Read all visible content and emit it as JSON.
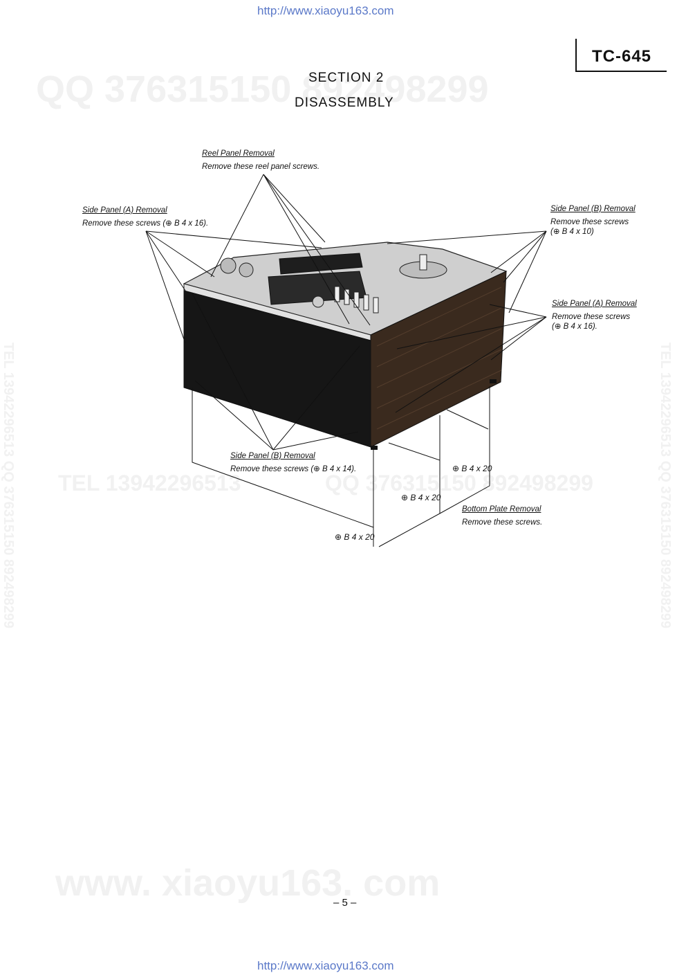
{
  "header": {
    "source_url": "http://www.xiaoyu163.com",
    "model": "TC-645"
  },
  "section": {
    "number": "SECTION 2",
    "title": "DISASSEMBLY"
  },
  "watermarks": {
    "qq_top": "QQ 376315150  892498299",
    "tel_middle": "TEL 13942296513",
    "qq_middle": "QQ 376315150 892498299",
    "side_text": "TEL 13942296513 QQ 376315150 892498299",
    "site": "www. xiaoyu163. com"
  },
  "labels": {
    "reel_panel": {
      "title": "Reel Panel Removal",
      "desc": "Remove these reel panel screws."
    },
    "side_panel_a_left": {
      "title": "Side Panel (A) Removal",
      "desc": "Remove these screws (⊕ B 4 x 16)."
    },
    "side_panel_b_right": {
      "title": "Side Panel (B) Removal",
      "desc": "Remove these screws",
      "desc2": "(⊕ B 4 x 10)"
    },
    "side_panel_a_right": {
      "title": "Side Panel (A) Removal",
      "desc": "Remove these screws",
      "desc2": "(⊕ B 4 x 16)."
    },
    "side_panel_b_bottom": {
      "title": "Side Panel (B) Removal",
      "desc": "Remove these screws (⊕ B 4 x 14)."
    },
    "bottom_plate": {
      "title": "Bottom Plate Removal",
      "desc": "Remove these screws."
    }
  },
  "dimensions": {
    "d1": "⊕ B 4 x 20",
    "d2": "⊕ B 4 x 20",
    "d3": "⊕ B 4 x 20"
  },
  "footer": {
    "page_number": "– 5 –",
    "source_url": "http://www.xiaoyu163.com"
  },
  "colors": {
    "link": "#5a78c8",
    "watermark": "#f1f1f1",
    "wood_panel": "#3a2a1e",
    "black_panel": "#161616"
  }
}
